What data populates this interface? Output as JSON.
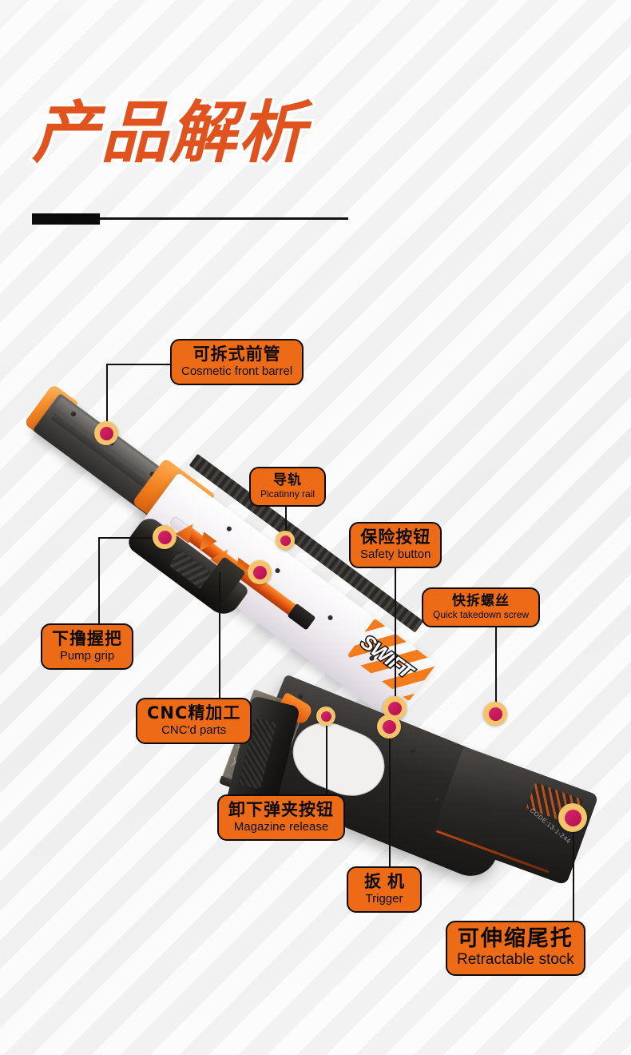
{
  "header": {
    "title_cn": "产品解析",
    "title_color": "#e0531f",
    "divider": "section-divider"
  },
  "theme": {
    "accent_orange": "#ed6b16",
    "title_orange": "#e0531f",
    "marker_ring": "#f5c46a",
    "marker_dot": "#c9185a",
    "outline_black": "#0c0c0c",
    "background": "#f2f2f2"
  },
  "product": {
    "brand_logo": "SWIFT",
    "stock_code": "CODE:13-1-244"
  },
  "callouts": [
    {
      "id": "cosmetic-front-barrel",
      "cn": "可拆式前管",
      "en": "Cosmetic front barrel"
    },
    {
      "id": "picatinny-rail",
      "cn": "导轨",
      "en": "Picatinny rail"
    },
    {
      "id": "safety-button",
      "cn": "保险按钮",
      "en": "Safety button"
    },
    {
      "id": "quick-takedown-screw",
      "cn": "快拆螺丝",
      "en": "Quick takedown screw"
    },
    {
      "id": "pump-grip",
      "cn": "下撸握把",
      "en": "Pump grip"
    },
    {
      "id": "cnc-parts",
      "cn": "CNC精加工",
      "en": "CNC'd parts"
    },
    {
      "id": "magazine-release",
      "cn": "卸下弹夹按钮",
      "en": "Magazine release"
    },
    {
      "id": "trigger",
      "cn": "扳机",
      "en": "Trigger"
    },
    {
      "id": "retractable-stock",
      "cn": "可伸缩尾托",
      "en": "Retractable stock"
    }
  ]
}
